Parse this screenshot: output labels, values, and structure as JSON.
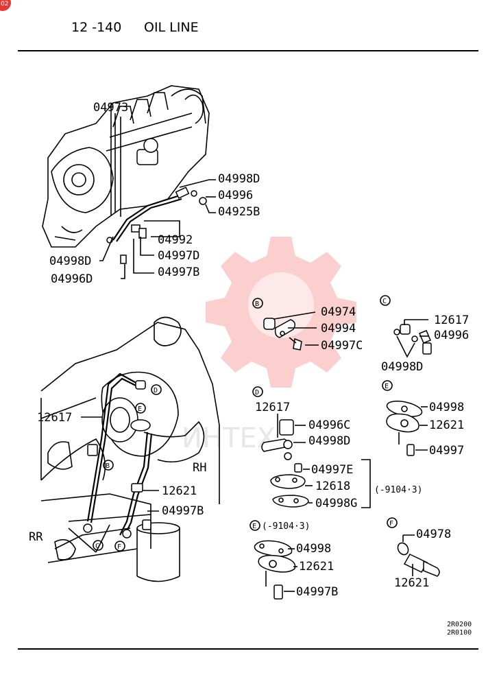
{
  "header": {
    "section": "12 -140",
    "title": "OIL LINE",
    "page_badge": "02"
  },
  "watermark": {
    "text": "ИНТЕХ"
  },
  "views": {
    "B": "B",
    "C": "C",
    "D": "D",
    "E": "E",
    "E2_variant": "(-9104·3)",
    "F": "F"
  },
  "labels": {
    "p04973": "04973",
    "p04998D_a": "04998D",
    "p04996_a": "04996",
    "p04925B": "04925B",
    "p04992": "04992",
    "p04998D_b": "04998D",
    "p04997D": "04997D",
    "p04996D": "04996D",
    "p04997B_a": "04997B",
    "p04974": "04974",
    "p04994": "04994",
    "p04997C": "04997C",
    "p12617_c": "12617",
    "p04996_c": "04996",
    "p04998D_c": "04998D",
    "p04998_e1": "04998",
    "p12621_e1": "12621",
    "p04997_e1": "04997",
    "p12617_d": "12617",
    "p04996C": "04996C",
    "p04998D_d": "04998D",
    "p04997E": "04997E",
    "p12618": "12618",
    "p04998G": "04998G",
    "bracket_variant": "(-9104·3)",
    "p12617_main": "12617",
    "p12621_main": "12621",
    "p04997B_main": "04997B",
    "rh": "RH",
    "rr": "RR",
    "p04998_e2": "04998",
    "p12621_e2": "12621",
    "p04997B_e2": "04997B",
    "p04978": "04978",
    "p12621_f": "12621"
  },
  "codes": {
    "line1": "2R0200",
    "line2": "2R0100"
  }
}
